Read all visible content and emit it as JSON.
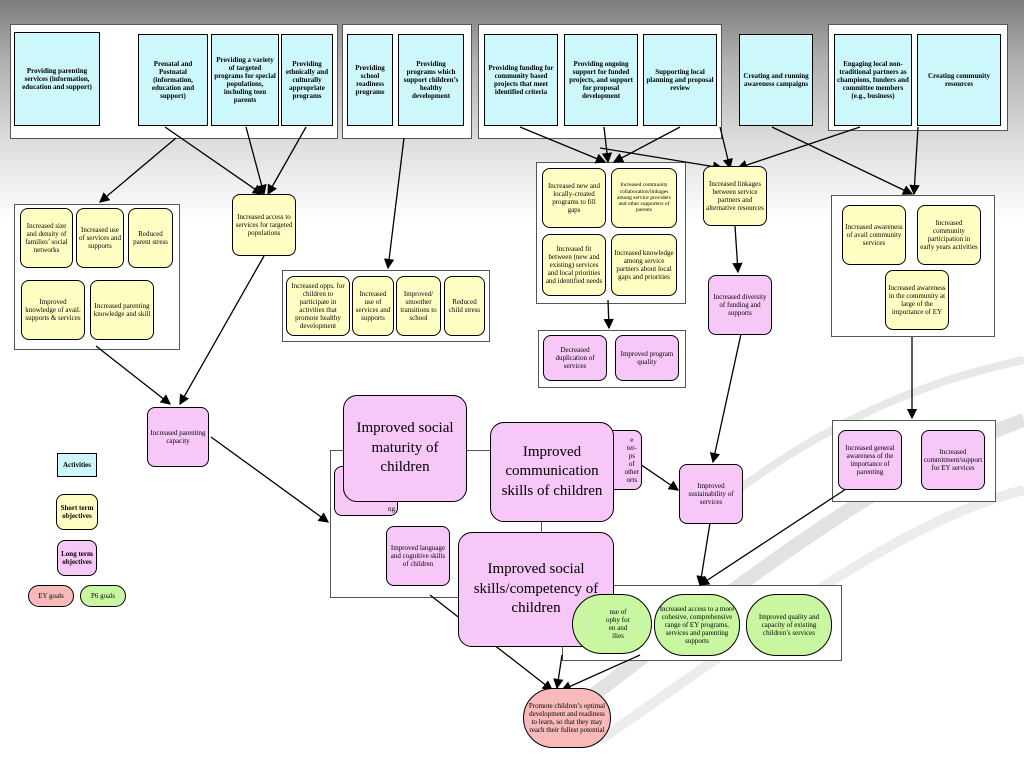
{
  "activities": [
    "Providing parenting services (information, education and support)",
    "Prenatal and Postnatal (information, education and support)",
    "Providing a variety of targeted programs for special populations, including teen parents",
    "Providing ethnically and culturally appropriate programs",
    "Providing school readiness programs",
    "Providing programs which support children’s healthy development",
    "Providing funding for community based projects that meet identified criteria",
    "Providing ongoing support for funded projects, and support for proposal development",
    "Supporting local planning and proposal review",
    "Creating and running awareness campaigns",
    "Engaging local non-traditional partners as champions, funders and committee members (e.g., business)",
    "Creating community resources"
  ],
  "short_term": [
    "Increased size and density of families’ social networks",
    "Increased use of services and supports",
    "Reduced parent stress",
    "Improved knowledge of avail. supports & services",
    "Increased parenting knowledge and skill",
    "Increased access to services for targeted populations",
    "Increased opps. for children to participate in activities that promote healthy development",
    "Increased use of services and supports",
    "Improved/ smoother transitions to school",
    "Reduced child stress",
    "Increased new and locally-created programs to fill gaps",
    "Increased community collaboration/linkages among service providers and other supporters of parents",
    "Increased fit between (new and existing) services and local priorities and identified needs",
    "Increased knowledge among service partners about local gaps and priorities",
    "Increased linkages between service partners and alternative resources",
    "Increased awareness of avail community services",
    "Increased community participation in early years activities",
    "Increased awareness in the community at large of the importance of EY"
  ],
  "long_term": [
    "Increased parenting capacity",
    "Decreased duplication of services",
    "Improved program quality",
    "Increased diversity of funding and supports",
    "Improved sustainability of services",
    "Increased general awareness of the importance of parenting",
    "Increased commitment/support for EY services",
    "Improved language and cognitive skills of children"
  ],
  "big_objectives": [
    "Improved social maturity of children",
    "Improved communication skills of children",
    "Improved social skills/competency of children"
  ],
  "partial_hidden": {
    "left": "ng",
    "right": "e\nter-\nps\nof\nother\norts"
  },
  "goals": [
    "nse of\nophy for\nen and\nilies",
    "Increased access to a more cohesive, comprehensive range of EY programs, services and parenting supports",
    "Improved quality and capacity of existing children’s services"
  ],
  "final_goal": "Promote children’s optimal development and readiness to learn, so that they may reach their fullest potential",
  "legend": {
    "activities": "Activities",
    "short_term": "Short term objectives",
    "long_term": "Long term objectives",
    "ey_goals": "EY goals",
    "p6_goals": "P6 goals"
  },
  "colors": {
    "activity": "#ccf7fb",
    "short_term": "#ffffc4",
    "long_term": "#f7c7f7",
    "ey_goal": "#f7b9b9",
    "p6_goal": "#c9f7a1"
  }
}
